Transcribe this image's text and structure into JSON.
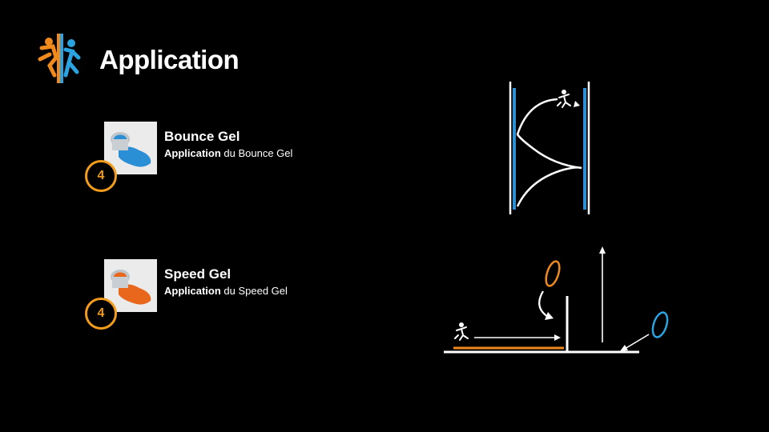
{
  "slide": {
    "title": "Application"
  },
  "gels": [
    {
      "name": "Bounce Gel",
      "desc_bold": "Application",
      "desc_rest": " du Bounce Gel",
      "count": "4",
      "color": "#2b8fd6",
      "icon": "blue-paint-can-icon"
    },
    {
      "name": "Speed Gel",
      "desc_bold": "Application",
      "desc_rest": " du Speed Gel",
      "count": "4",
      "color": "#e8671c",
      "icon": "orange-paint-can-icon"
    }
  ],
  "colors": {
    "background": "#000000",
    "badge": "#f39c1b",
    "blue_portal": "#2aa3e0",
    "orange_portal": "#f08a1c"
  }
}
